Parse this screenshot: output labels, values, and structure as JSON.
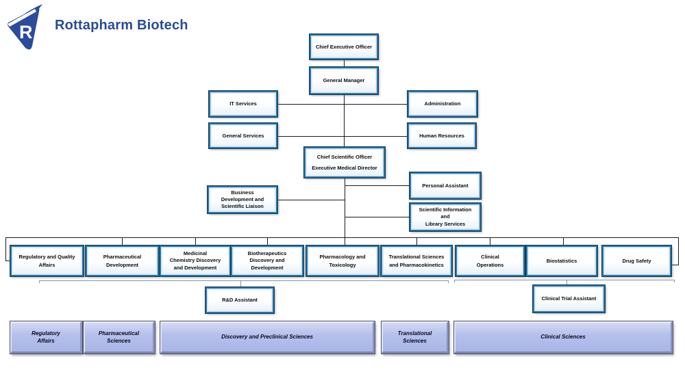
{
  "header": {
    "brand": "Rottapharm Biotech"
  },
  "colors": {
    "brand_blue": "#2b4a96",
    "box_border_blue": "#2474a8",
    "box_border_dark": "#16364f",
    "band_fill": "#aeb9e8",
    "connector_black": "#1a1a1a",
    "bracket_gray_blue": "#7f96ad"
  },
  "icons": {
    "logo": "rottapharm-logo"
  },
  "boxes": {
    "ceo": "Chief Executive Officer",
    "gm": "General Manager",
    "it": "IT Services",
    "admin": "Administration",
    "gs": "General Services",
    "hr": "Human Resources",
    "cso": "Chief Scientific Officer\nExecutive Medical Director",
    "pa": "Personal Assistant",
    "si": "Scientific Information\nand\nLibrary Services",
    "bd": "Business\nDevelopment and\nScientific Liaison",
    "rd_assistant": "R&D Assistant",
    "clinical_trial_assistant": "Clinical Trial Assistant"
  },
  "departments": [
    {
      "label": "Regulatory and Quality\nAffairs"
    },
    {
      "label": "Pharmaceutical\nDevelopment"
    },
    {
      "label": "Medicinal\nChemistry Discovery\nand Development"
    },
    {
      "label": "Biotherapeutics\nDiscovery and\nDevelopment"
    },
    {
      "label": "Pharmacology and\nToxicology"
    },
    {
      "label": "Translational Sciences\nand Pharmacokinetics"
    },
    {
      "label": "Clinical\nOperations"
    },
    {
      "label": "Biostatistics"
    },
    {
      "label": "Drug Safety"
    }
  ],
  "groups": [
    {
      "label": "Regulatory\nAffairs"
    },
    {
      "label": "Pharmaceutical\nSciences"
    },
    {
      "label": "Discovery and Preclinical Sciences"
    },
    {
      "label": "Translational\nSciences"
    },
    {
      "label": "Clinical Sciences"
    }
  ]
}
